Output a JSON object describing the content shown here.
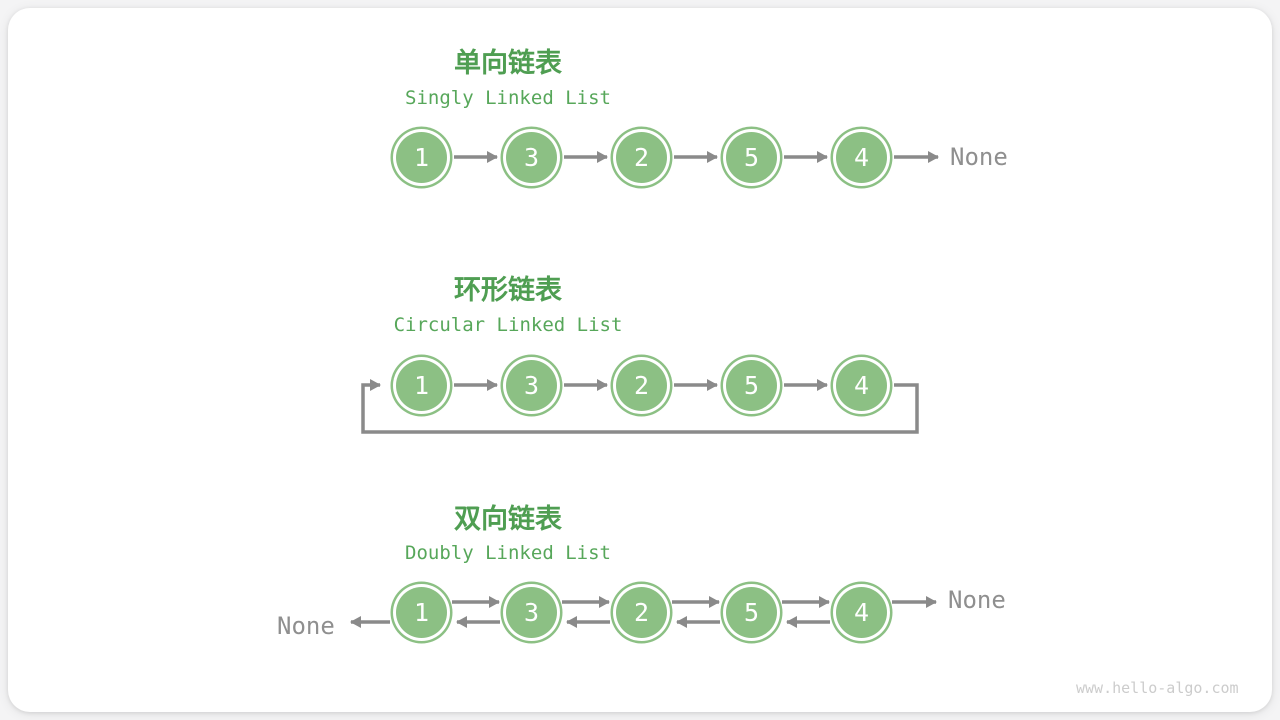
{
  "colors": {
    "page_bg": "#f4f4f5",
    "card_bg": "#ffffff",
    "node_green": "#8cc084",
    "title_green": "#4f9e52",
    "subtitle_green": "#57a75a",
    "arrow_gray": "#8a8a8a",
    "none_gray": "#8f8f8f",
    "watermark_gray": "#cccccc"
  },
  "sections": [
    {
      "id": "singly",
      "title_zh": "单向链表",
      "title_en": "Singly Linked List",
      "nodes": [
        "1",
        "3",
        "2",
        "5",
        "4"
      ],
      "tail_label": "None"
    },
    {
      "id": "circular",
      "title_zh": "环形链表",
      "title_en": "Circular Linked List",
      "nodes": [
        "1",
        "3",
        "2",
        "5",
        "4"
      ]
    },
    {
      "id": "doubly",
      "title_zh": "双向链表",
      "title_en": "Doubly Linked List",
      "nodes": [
        "1",
        "3",
        "2",
        "5",
        "4"
      ],
      "head_label": "None",
      "tail_label": "None"
    }
  ],
  "watermark": "www.hello-algo.com"
}
